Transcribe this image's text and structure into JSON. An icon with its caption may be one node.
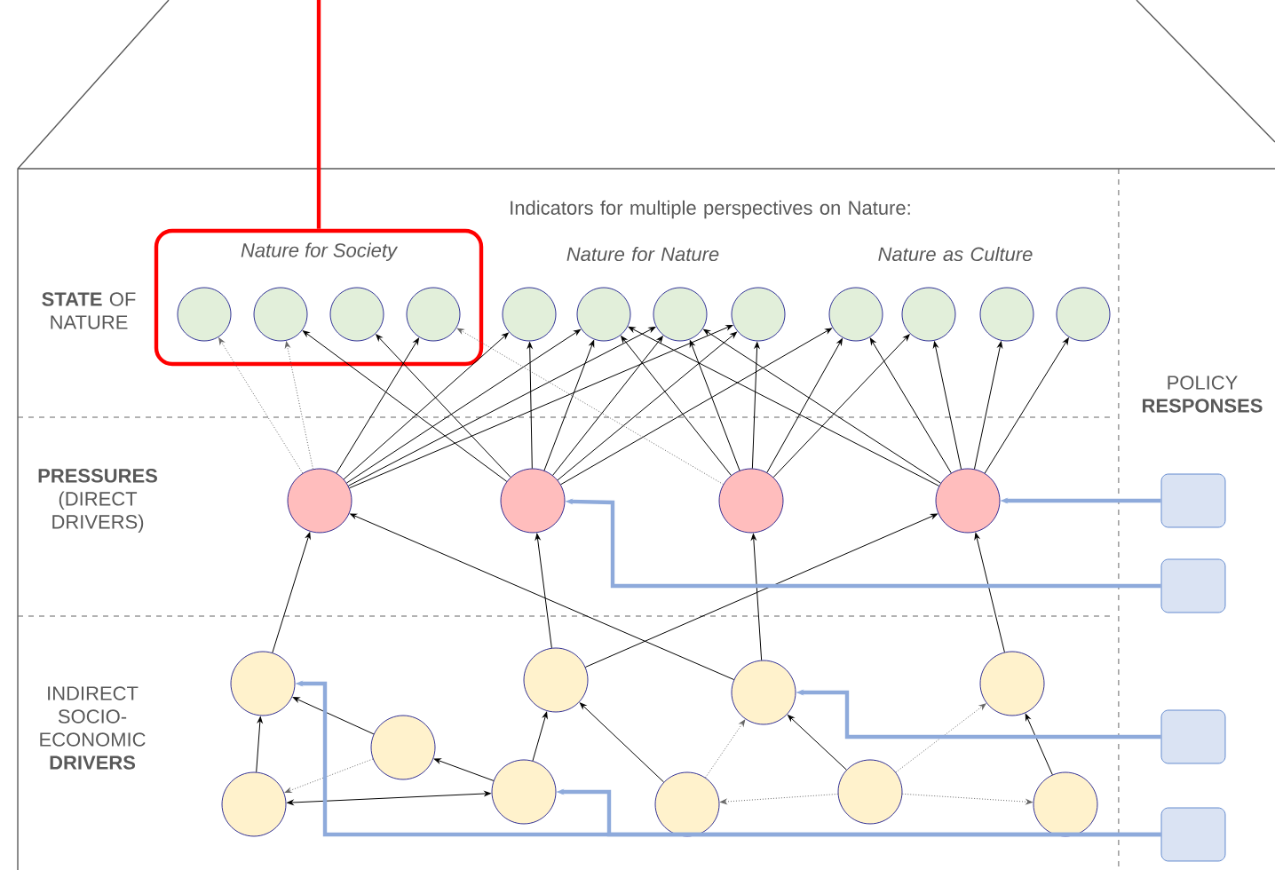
{
  "diagram": {
    "nodes": [
      {
        "text": [
          "Nature for Society"
        ]
      },
      {
        "text": [],
        "shape": "circle",
        "in": 0
      },
      {
        "text": [],
        "shape": "circle",
        "in": 0
      },
      {
        "text": [],
        "shape": "circle",
        "in": 0
      },
      {
        "text": [],
        "shape": "circle",
        "in": 0
      },
      {
        "text": [],
        "shape": "circle"
      },
      {
        "text": [],
        "shape": "circle"
      },
      {
        "text": [],
        "shape": "circle"
      },
      {
        "text": [],
        "shape": "circle"
      },
      {
        "text": [],
        "shape": "circle"
      },
      {
        "text": [],
        "shape": "circle"
      },
      {
        "text": [],
        "shape": "circle"
      },
      {
        "text": [],
        "shape": "circle"
      },
      {
        "text": [],
        "shape": "circle"
      },
      {
        "text": [],
        "shape": "circle"
      },
      {
        "text": [],
        "shape": "circle"
      },
      {
        "text": [],
        "shape": "circle"
      },
      {
        "text": [],
        "shape": "circle"
      },
      {
        "text": [],
        "shape": "circle"
      },
      {
        "text": [],
        "shape": "circle"
      },
      {
        "text": [],
        "shape": "circle"
      },
      {
        "text": [],
        "shape": "circle"
      },
      {
        "text": [],
        "shape": "circle"
      },
      {
        "text": [],
        "shape": "circle"
      },
      {
        "text": [],
        "shape": "circle"
      },
      {
        "text": [],
        "shape": "circle"
      },
      {
        "text": [],
        "shape": "circle"
      },
      {
        "text": [],
        "shape": "box"
      },
      {
        "text": [],
        "shape": "box"
      },
      {
        "text": [],
        "shape": "box"
      },
      {
        "text": [],
        "shape": "box"
      }
    ],
    "edges": [
      {
        "from": null,
        "to": 0,
        "arrow": "none",
        "style": "thick",
        "color": "#ff0000"
      },
      {
        "from": 13,
        "to": 1,
        "arrow": "to",
        "style": "dashed",
        "color": "#666666"
      },
      {
        "from": 13,
        "to": 2,
        "arrow": "to",
        "style": "dashed",
        "color": "#666666"
      },
      {
        "from": 13,
        "to": 4,
        "arrow": "to"
      },
      {
        "from": 13,
        "to": 5,
        "arrow": "to"
      },
      {
        "from": 13,
        "to": 6,
        "arrow": "to"
      },
      {
        "from": 13,
        "to": 7,
        "arrow": "to"
      },
      {
        "from": 13,
        "to": 8,
        "arrow": "to"
      },
      {
        "from": 14,
        "to": 2,
        "arrow": "to"
      },
      {
        "from": 14,
        "to": 3,
        "arrow": "to"
      },
      {
        "from": 14,
        "to": 5,
        "arrow": "to"
      },
      {
        "from": 14,
        "to": 6,
        "arrow": "to"
      },
      {
        "from": 14,
        "to": 7,
        "arrow": "to"
      },
      {
        "from": 14,
        "to": 8,
        "arrow": "to"
      },
      {
        "from": 14,
        "to": 9,
        "arrow": "to"
      },
      {
        "from": 15,
        "to": 4,
        "arrow": "to",
        "style": "dashed",
        "color": "#666666"
      },
      {
        "from": 15,
        "to": 6,
        "arrow": "to"
      },
      {
        "from": 15,
        "to": 7,
        "arrow": "to"
      },
      {
        "from": 15,
        "to": 8,
        "arrow": "to"
      },
      {
        "from": 15,
        "to": 9,
        "arrow": "to"
      },
      {
        "from": 15,
        "to": 10,
        "arrow": "to"
      },
      {
        "from": 16,
        "to": 6,
        "arrow": "to"
      },
      {
        "from": 16,
        "to": 7,
        "arrow": "to"
      },
      {
        "from": 16,
        "to": 9,
        "arrow": "to"
      },
      {
        "from": 16,
        "to": 10,
        "arrow": "to"
      },
      {
        "from": 16,
        "to": 11,
        "arrow": "to"
      },
      {
        "from": 16,
        "to": 12,
        "arrow": "to"
      },
      {
        "from": 17,
        "to": 13,
        "arrow": "to"
      },
      {
        "from": 21,
        "to": 17,
        "arrow": "to"
      },
      {
        "from": 22,
        "to": 17,
        "arrow": "to"
      },
      {
        "from": 22,
        "to": 21,
        "arrow": "to",
        "style": "dashed",
        "color": "#666666"
      },
      {
        "from": 21,
        "to": 23,
        "arrow": "both"
      },
      {
        "from": 23,
        "to": 22,
        "arrow": "to"
      },
      {
        "from": 23,
        "to": 18,
        "arrow": "to"
      },
      {
        "from": 18,
        "to": 14,
        "arrow": "to"
      },
      {
        "from": 18,
        "to": 16,
        "arrow": "to"
      },
      {
        "from": 19,
        "to": 13,
        "arrow": "to"
      },
      {
        "from": 19,
        "to": 15,
        "arrow": "to"
      },
      {
        "from": 24,
        "to": 19,
        "arrow": "to",
        "style": "dashed",
        "color": "#666666"
      },
      {
        "from": 25,
        "to": 19,
        "arrow": "to"
      },
      {
        "from": 24,
        "to": 18,
        "arrow": "to"
      },
      {
        "from": 25,
        "to": 24,
        "arrow": "to",
        "style": "dashed",
        "color": "#666666"
      },
      {
        "from": 25,
        "to": 26,
        "arrow": "to",
        "style": "dashed",
        "color": "#666666"
      },
      {
        "from": 25,
        "to": 20,
        "arrow": "to",
        "style": "dashed",
        "color": "#666666"
      },
      {
        "from": 26,
        "to": 20,
        "arrow": "to"
      },
      {
        "from": 20,
        "to": 16,
        "arrow": "to"
      },
      {
        "from": 27,
        "to": 16,
        "arrow": "to",
        "style": "thick",
        "color": "#8eaadb"
      },
      {
        "from": 28,
        "to": 14,
        "arrow": "to",
        "style": "thick",
        "color": "#8eaadb"
      },
      {
        "from": 29,
        "to": 19,
        "arrow": "to",
        "style": "thick",
        "color": "#8eaadb"
      },
      {
        "from": 30,
        "to": 17,
        "arrow": "to",
        "style": "thick",
        "color": "#8eaadb"
      },
      {
        "from": 30,
        "to": 23,
        "arrow": "to",
        "style": "thick",
        "color": "#8eaadb"
      }
    ],
    "labels": [
      "Indicators for multiple perspectives on Nature:",
      "Nature for Nature",
      "Nature as Culture",
      "**STATE** OF NATURE",
      "**PRESSURES** (DIRECT DRIVERS)",
      "INDIRECT SOCIO-ECONOMIC **DRIVERS**",
      "POLICY **RESPONSES**"
    ]
  }
}
